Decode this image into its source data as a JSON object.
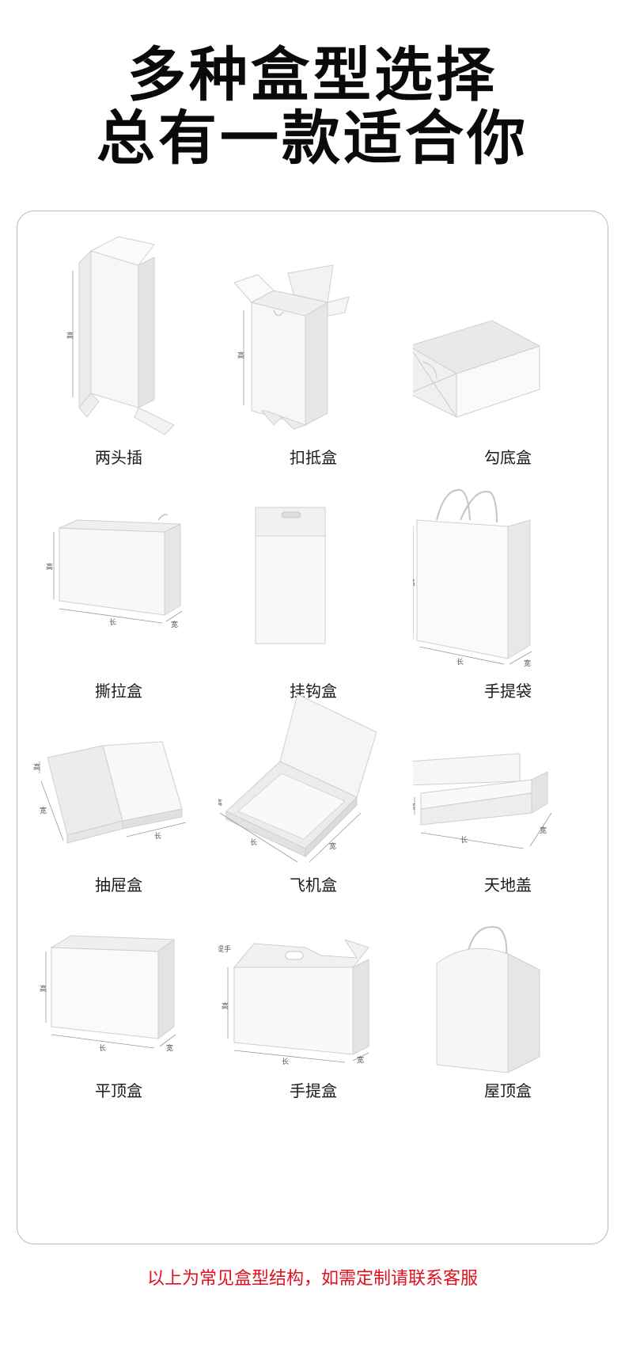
{
  "heading": {
    "line1": "多种盒型选择",
    "line2": "总有一款适合你"
  },
  "box_types": [
    {
      "label": "两头插",
      "icon": "tuck-end-box-icon",
      "dims": [
        "高"
      ]
    },
    {
      "label": "扣抵盒",
      "icon": "lock-bottom-box-icon",
      "dims": [
        "高"
      ]
    },
    {
      "label": "勾底盒",
      "icon": "crash-lock-box-icon",
      "dims": []
    },
    {
      "label": "撕拉盒",
      "icon": "tear-strip-box-icon",
      "dims": [
        "高",
        "长",
        "宽"
      ]
    },
    {
      "label": "挂钩盒",
      "icon": "hanger-box-icon",
      "dims": []
    },
    {
      "label": "手提袋",
      "icon": "paper-bag-icon",
      "dims": [
        "高",
        "长",
        "宽"
      ]
    },
    {
      "label": "抽屉盒",
      "icon": "drawer-box-icon",
      "dims": [
        "高",
        "宽",
        "长"
      ]
    },
    {
      "label": "飞机盒",
      "icon": "mailer-box-icon",
      "dims": [
        "高",
        "长",
        "宽"
      ]
    },
    {
      "label": "天地盖",
      "icon": "lid-base-box-icon",
      "dims": [
        "高",
        "长",
        "宽"
      ]
    },
    {
      "label": "平顶盒",
      "icon": "flat-top-handle-box-icon",
      "dims": [
        "高",
        "长",
        "宽"
      ]
    },
    {
      "label": "手提盒",
      "icon": "gable-handle-box-icon",
      "dims": [
        "提手",
        "高",
        "长",
        "宽"
      ]
    },
    {
      "label": "屋顶盒",
      "icon": "roof-box-icon",
      "dims": []
    }
  ],
  "footnote": "以上为常见盒型结构，如需定制请联系客服",
  "colors": {
    "footnote": "#e0101e",
    "border": "#b9b9b9",
    "box_face": "#f4f4f4"
  }
}
